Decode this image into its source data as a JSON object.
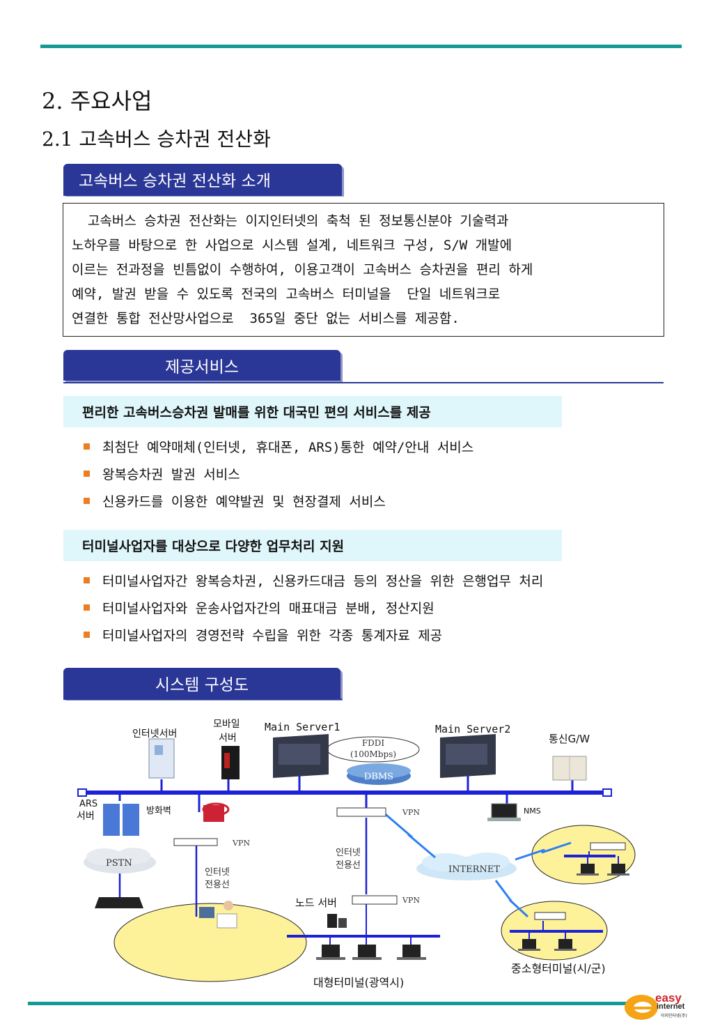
{
  "heading1": "2. 주요사업",
  "heading2": "2.1 고속버스 승차권 전산화",
  "section_intro": {
    "tab": "고속버스 승차권 전산화 소개",
    "lines": [
      "  고속버스 승차권 전산화는 이지인터넷의 축척 된 정보통신분야 기술력과",
      "노하우를 바탕으로 한 사업으로 시스템 설계, 네트워크 구성, S/W 개발에",
      "이르는 전과정을 빈틈없이 수행하여, 이용고객이 고속버스 승차권을 편리 하게",
      "예약, 발권 받을 수 있도록 전국의 고속버스 터미널을  단일 네트워크로",
      "연결한 통합 전산망사업으로  365일 중단 없는 서비스를 제공함."
    ]
  },
  "section_services": {
    "tab": "제공서비스",
    "group1": {
      "title": "편리한 고속버스승차권 발매를 위한 대국민 편의 서비스를 제공",
      "items": [
        "최첨단 예약매체(인터넷, 휴대폰, ARS)통한 예약/안내 서비스",
        "왕복승차권 발권 서비스",
        "신용카드를 이용한 예약발권 및 현장결제 서비스"
      ]
    },
    "group2": {
      "title": "터미널사업자를 대상으로 다양한 업무처리 지원",
      "items": [
        "터미널사업자간 왕복승차권, 신용카드대금 등의 정산을 위한 은행업무 처리",
        "터미널사업자와 운송사업자간의 매표대금 분배, 정산지원",
        "터미널사업자의 경영전략 수립을 위한 각종 통계자료 제공"
      ]
    }
  },
  "section_system": {
    "tab": "시스템 구성도",
    "labels": {
      "internet_server": "인터넷서버",
      "mobile_server_1": "모바일",
      "mobile_server_2": "서버",
      "main_server1": "Main Server1",
      "main_server2": "Main Server2",
      "fddi_1": "FDDI",
      "fddi_2": "(100Mbps)",
      "dbms": "DBMS",
      "comm_gw": "통신G/W",
      "ars_1": "ARS",
      "ars_2": "서버",
      "firewall": "방화벽",
      "vpn": "VPN",
      "nms": "NMS",
      "pstn": "PSTN",
      "internet": "INTERNET",
      "leased_1": "인터넷",
      "leased_2": "전용선",
      "node_server": "노드 서버",
      "large_terminal": "대형터미널(광역시)",
      "small_terminal": "중소형터미널(시/군)"
    }
  },
  "logo": {
    "word1": "easy",
    "word2": "internet",
    "caption": "이지인터넷(주)"
  },
  "colors": {
    "accent_line": "#139a93",
    "tab_blue": "#2b3796",
    "bar_bg": "#dff6fb",
    "bullet": "#ee7d22",
    "network_line": "#1b22d6",
    "terminal_fill": "#fdf19a"
  }
}
